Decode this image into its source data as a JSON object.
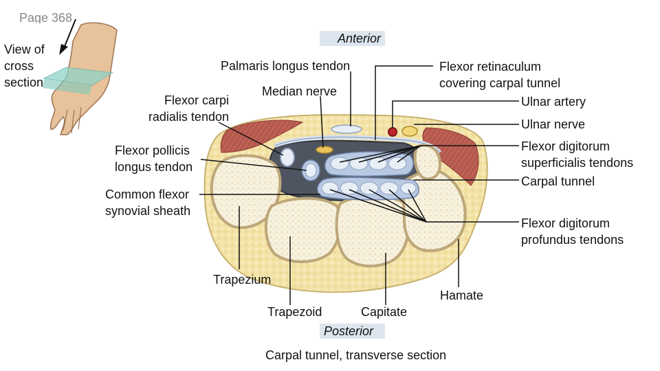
{
  "page_label": "Page 368",
  "view_label": "View of cross section",
  "directions": {
    "anterior": "Anterior",
    "posterior": "Posterior"
  },
  "caption": "Carpal tunnel, transverse section",
  "labels": {
    "palmaris_longus": "Palmaris longus tendon",
    "median_nerve": "Median nerve",
    "flexor_carpi_radialis": "Flexor carpi radialis tendon",
    "flexor_retinaculum": "Flexor retinaculum covering carpal tunnel",
    "ulnar_artery": "Ulnar artery",
    "ulnar_nerve": "Ulnar nerve",
    "flexor_pollicis_longus": "Flexor pollicis longus tendon",
    "fds_tendons": "Flexor digitorum superficialis tendons",
    "carpal_tunnel": "Carpal tunnel",
    "common_flexor_sheath": "Common flexor synovial sheath",
    "fdp_tendons": "Flexor digitorum profundus tendons",
    "trapezium": "Trapezium",
    "trapezoid": "Trapezoid",
    "capitate": "Capitate",
    "hamate": "Hamate"
  },
  "colors": {
    "fat": "#f3e3a6",
    "muscle": "#b5584d",
    "bone_cortex": "#dccca2",
    "bone_spongy": "#f7f1de",
    "tunnel": "#4f5560",
    "sheath": "#b9c9e3",
    "tendon": "#e8eef6",
    "nerve": "#e9c35a",
    "artery": "#c0272d",
    "plane": "#8fd3c8"
  }
}
